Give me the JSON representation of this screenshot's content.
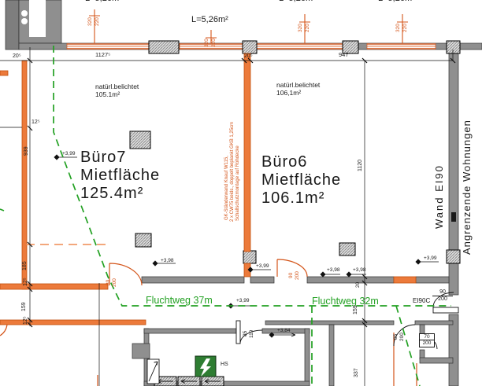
{
  "drawing": {
    "title_hint": "floor plan office rental areas",
    "colors": {
      "wall_orange": "#ec7a3b",
      "annotation_red": "#d4551a",
      "escape_green": "#23a123",
      "wall_gray": "#8f8f8f",
      "hs_green": "#2e7d32"
    },
    "windows": {
      "area_label": "L=5,26m²",
      "size_width": "320",
      "size_height": "220"
    },
    "rooms": {
      "buero7": {
        "name": "Büro7",
        "type": "Mietfläche",
        "area": "125.4m²",
        "daylight": "natürl.belichtet",
        "daylight_area": "105.1m²"
      },
      "buero6": {
        "name": "Büro6",
        "type": "Mietfläche",
        "area": "106.1m²",
        "daylight": "natürl.belichtet",
        "daylight_area": "106,1m²"
      }
    },
    "partition_note": {
      "line1": "GK-Ständerwand Knauf W115,",
      "line2": "2 x CW75 beids., doppelt beplankt GKB 1,25cm",
      "line3": "Schallschutzmontage auf Rohdecke"
    },
    "right_side": {
      "wall_label": "Wand EI90",
      "adjacent_label": "Angrenzende Wohnungen"
    },
    "escape_routes": {
      "route_a": "Fluchtweg 37m",
      "route_b": "Fluchtweg 32m"
    },
    "levels": {
      "v399": "+3,99",
      "v398": "+3,98",
      "v384": "+3,84"
    },
    "dims": {
      "d205": "20⁵",
      "d1127": "1127⁵",
      "d947": "947",
      "d125": "12⁵",
      "d939": "939",
      "d185": "185",
      "d159": "159",
      "d1120": "1120",
      "d20": "20",
      "d337": "337"
    },
    "doors": {
      "w80": "80",
      "w90": "90",
      "w85": "85",
      "w70": "70",
      "h200": "200",
      "h119": "119",
      "fire_rating": "EI90C"
    },
    "equipment": {
      "hs": "HS"
    }
  }
}
